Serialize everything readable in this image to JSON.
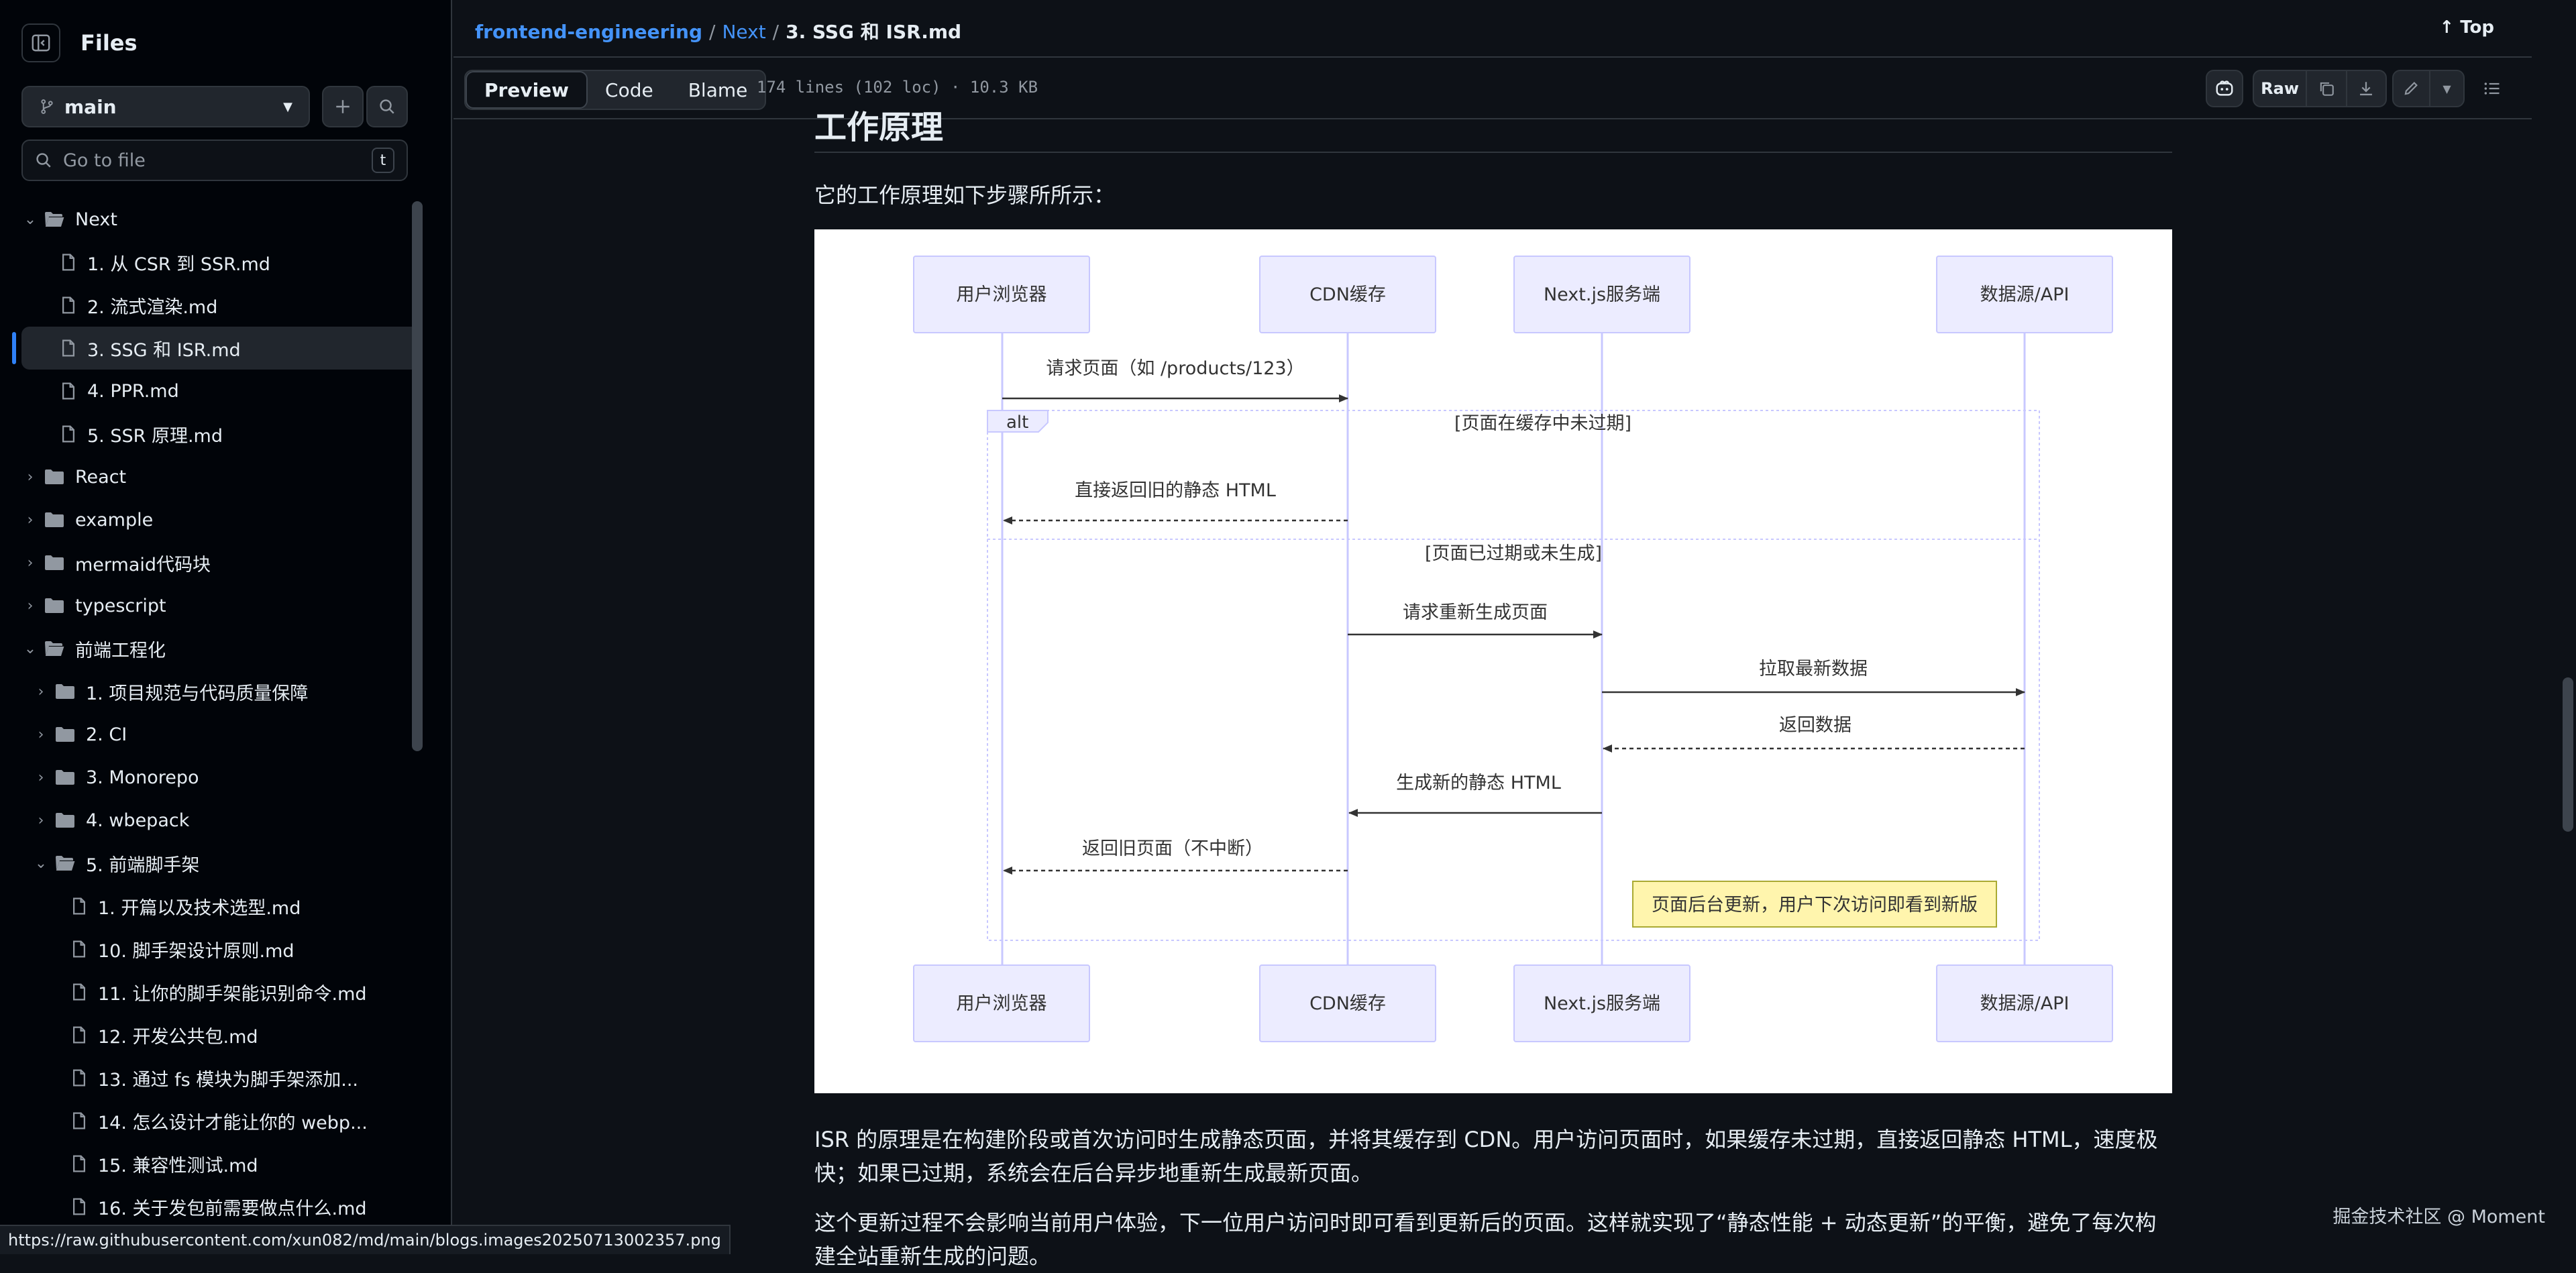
{
  "sidebar": {
    "title": "Files",
    "branch": "main",
    "goto_placeholder": "Go to file",
    "goto_shortcut": "t",
    "tree": [
      {
        "label": "Next",
        "type": "folder",
        "depth": 0,
        "expanded": true
      },
      {
        "label": "1. 从 CSR 到 SSR.md",
        "type": "file",
        "depth": 1
      },
      {
        "label": "2. 流式渲染.md",
        "type": "file",
        "depth": 1
      },
      {
        "label": "3. SSG 和 ISR.md",
        "type": "file",
        "depth": 1,
        "selected": true
      },
      {
        "label": "4. PPR.md",
        "type": "file",
        "depth": 1
      },
      {
        "label": "5. SSR 原理.md",
        "type": "file",
        "depth": 1
      },
      {
        "label": "React",
        "type": "folder",
        "depth": 0,
        "expanded": false
      },
      {
        "label": "example",
        "type": "folder",
        "depth": 0,
        "expanded": false
      },
      {
        "label": "mermaid代码块",
        "type": "folder",
        "depth": 0,
        "expanded": false
      },
      {
        "label": "typescript",
        "type": "folder",
        "depth": 0,
        "expanded": false
      },
      {
        "label": "前端工程化",
        "type": "folder",
        "depth": 0,
        "expanded": true
      },
      {
        "label": "1. 项目规范与代码质量保障",
        "type": "folder",
        "depth": 1,
        "expanded": false
      },
      {
        "label": "2. CI",
        "type": "folder",
        "depth": 1,
        "expanded": false
      },
      {
        "label": "3. Monorepo",
        "type": "folder",
        "depth": 1,
        "expanded": false
      },
      {
        "label": "4. wbepack",
        "type": "folder",
        "depth": 1,
        "expanded": false
      },
      {
        "label": "5. 前端脚手架",
        "type": "folder",
        "depth": 1,
        "expanded": true
      },
      {
        "label": "1. 开篇以及技术选型.md",
        "type": "file",
        "depth": 2
      },
      {
        "label": "10. 脚手架设计原则.md",
        "type": "file",
        "depth": 2
      },
      {
        "label": "11. 让你的脚手架能识别命令.md",
        "type": "file",
        "depth": 2
      },
      {
        "label": "12. 开发公共包.md",
        "type": "file",
        "depth": 2
      },
      {
        "label": "13. 通过 fs 模块为脚手架添加...",
        "type": "file",
        "depth": 2
      },
      {
        "label": "14. 怎么设计才能让你的 webp...",
        "type": "file",
        "depth": 2
      },
      {
        "label": "15. 兼容性测试.md",
        "type": "file",
        "depth": 2
      },
      {
        "label": "16. 关于发包前需要做点什么.md",
        "type": "file",
        "depth": 2
      }
    ]
  },
  "status_url": "https://raw.githubusercontent.com/xun082/md/main/blogs.images20250713002357.png",
  "breadcrumb": {
    "repo": "frontend-engineering",
    "folder": "Next",
    "file": "3. SSG 和 ISR.md"
  },
  "top_link": "Top",
  "toolbar": {
    "tabs": [
      "Preview",
      "Code",
      "Blame"
    ],
    "active_tab": "Preview",
    "file_info": "174 lines (102 loc) · 10.3 KB",
    "raw_label": "Raw"
  },
  "article": {
    "heading": "工作原理",
    "intro": "它的工作原理如下步骤所所示：",
    "para1": "ISR 的原理是在构建阶段或首次访问时生成静态页面，并将其缓存到 CDN。用户访问页面时，如果缓存未过期，直接返回静态 HTML，速度极快；如果已过期，系统会在后台异步地重新生成最新页面。",
    "para2": "这个更新过程不会影响当前用户体验，下一位用户访问时即可看到更新后的页面。这样就实现了“静态性能 + 动态更新”的平衡，避免了每次构建全站重新生成的问题。"
  },
  "diagram": {
    "participants": [
      "用户浏览器",
      "CDN缓存",
      "Next.js服务端",
      "数据源/API"
    ],
    "alt_label": "alt",
    "alt_condition": "[页面在缓存中未过期]",
    "else_condition": "[页面已过期或未生成]",
    "messages": [
      {
        "text": "请求页面（如 /products/123）"
      },
      {
        "text": "直接返回旧的静态 HTML"
      },
      {
        "text": "请求重新生成页面"
      },
      {
        "text": "拉取最新数据"
      },
      {
        "text": "返回数据"
      },
      {
        "text": "生成新的静态 HTML"
      },
      {
        "text": "返回旧页面（不中断）"
      }
    ],
    "note": "页面后台更新，用户下次访问即看到新版"
  },
  "watermark": "掘金技术社区 @ Moment",
  "colors": {
    "accent": "#2f81f7",
    "link": "#4493f8",
    "bg": "#0d1117",
    "sidebar_bg": "#010409",
    "actor_fill": "#ececff",
    "actor_border": "#c8c8ff",
    "note_fill": "#fff5ad"
  }
}
